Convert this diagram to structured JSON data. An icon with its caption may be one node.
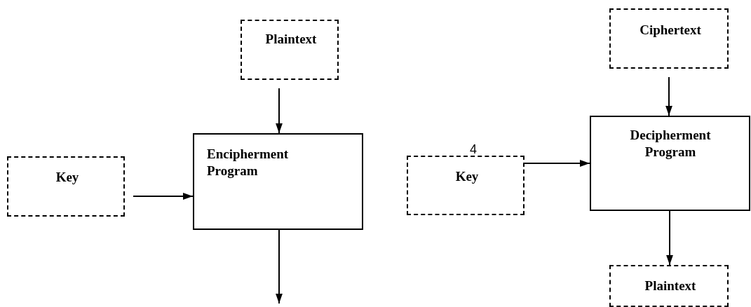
{
  "diagram": {
    "nodes": [
      {
        "text": [
          "Plaintext"
        ]
      },
      {
        "text": [
          "Key"
        ]
      },
      {
        "text": [
          "Encipherment Program"
        ]
      },
      {
        "text": [
          "Ciphertext"
        ]
      },
      {
        "text": [
          "Key"
        ]
      },
      {
        "text": [
          "Decipherment Program"
        ]
      },
      {
        "text": [
          "Plaintext"
        ]
      }
    ],
    "edges": [
      {
        "from": 0,
        "to": 2,
        "arrow": "to"
      },
      {
        "from": 1,
        "to": 2,
        "arrow": "to"
      },
      {
        "from": 2,
        "to": null,
        "arrow": "to"
      },
      {
        "from": 3,
        "to": 5,
        "arrow": "to"
      },
      {
        "from": 4,
        "to": 5,
        "arrow": "to"
      },
      {
        "from": 5,
        "to": 6,
        "arrow": "to"
      }
    ],
    "labels": [
      "4"
    ]
  }
}
